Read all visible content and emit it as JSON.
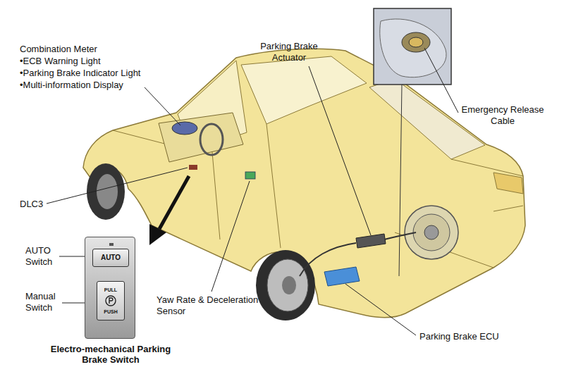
{
  "diagram": {
    "nodes": [
      {
        "text": [
          "Electro-mechanical Parking Brake Switch"
        ]
      },
      {
        "text": [
          "AUTO"
        ],
        "in": 0
      },
      {
        "text": [
          "PULL",
          "PUSH"
        ],
        "in": 0
      }
    ],
    "labels": [
      "Combination Meter",
      "•ECB Warning Light",
      "•Parking Brake Indicator Light",
      "•Multi-information Display",
      "Parking Brake Actuator",
      "Emergency Release Cable",
      "DLC3",
      "AUTO Switch",
      "Manual Switch",
      "Yaw Rate & Deceleration Sensor",
      "Parking Brake ECU"
    ]
  }
}
